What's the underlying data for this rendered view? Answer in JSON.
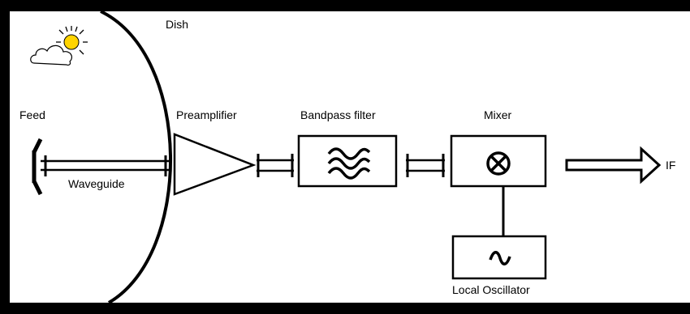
{
  "labels": {
    "dish": "Dish",
    "feed": "Feed",
    "waveguide": "Waveguide",
    "preamplifier": "Preamplifier",
    "bandpass": "Bandpass filter",
    "mixer": "Mixer",
    "if_out": "IF",
    "local_oscillator": "Local Oscillator"
  },
  "icons": {
    "weather": "sun-behind-cloud-icon",
    "bandpass": "wave-lines-icon",
    "mixer": "circle-x-icon",
    "oscillator": "sine-wave-icon",
    "output": "right-arrow-icon"
  },
  "colors": {
    "frame": "#000000",
    "background": "#ffffff",
    "line": "#000000",
    "sun": "#ffd400"
  }
}
